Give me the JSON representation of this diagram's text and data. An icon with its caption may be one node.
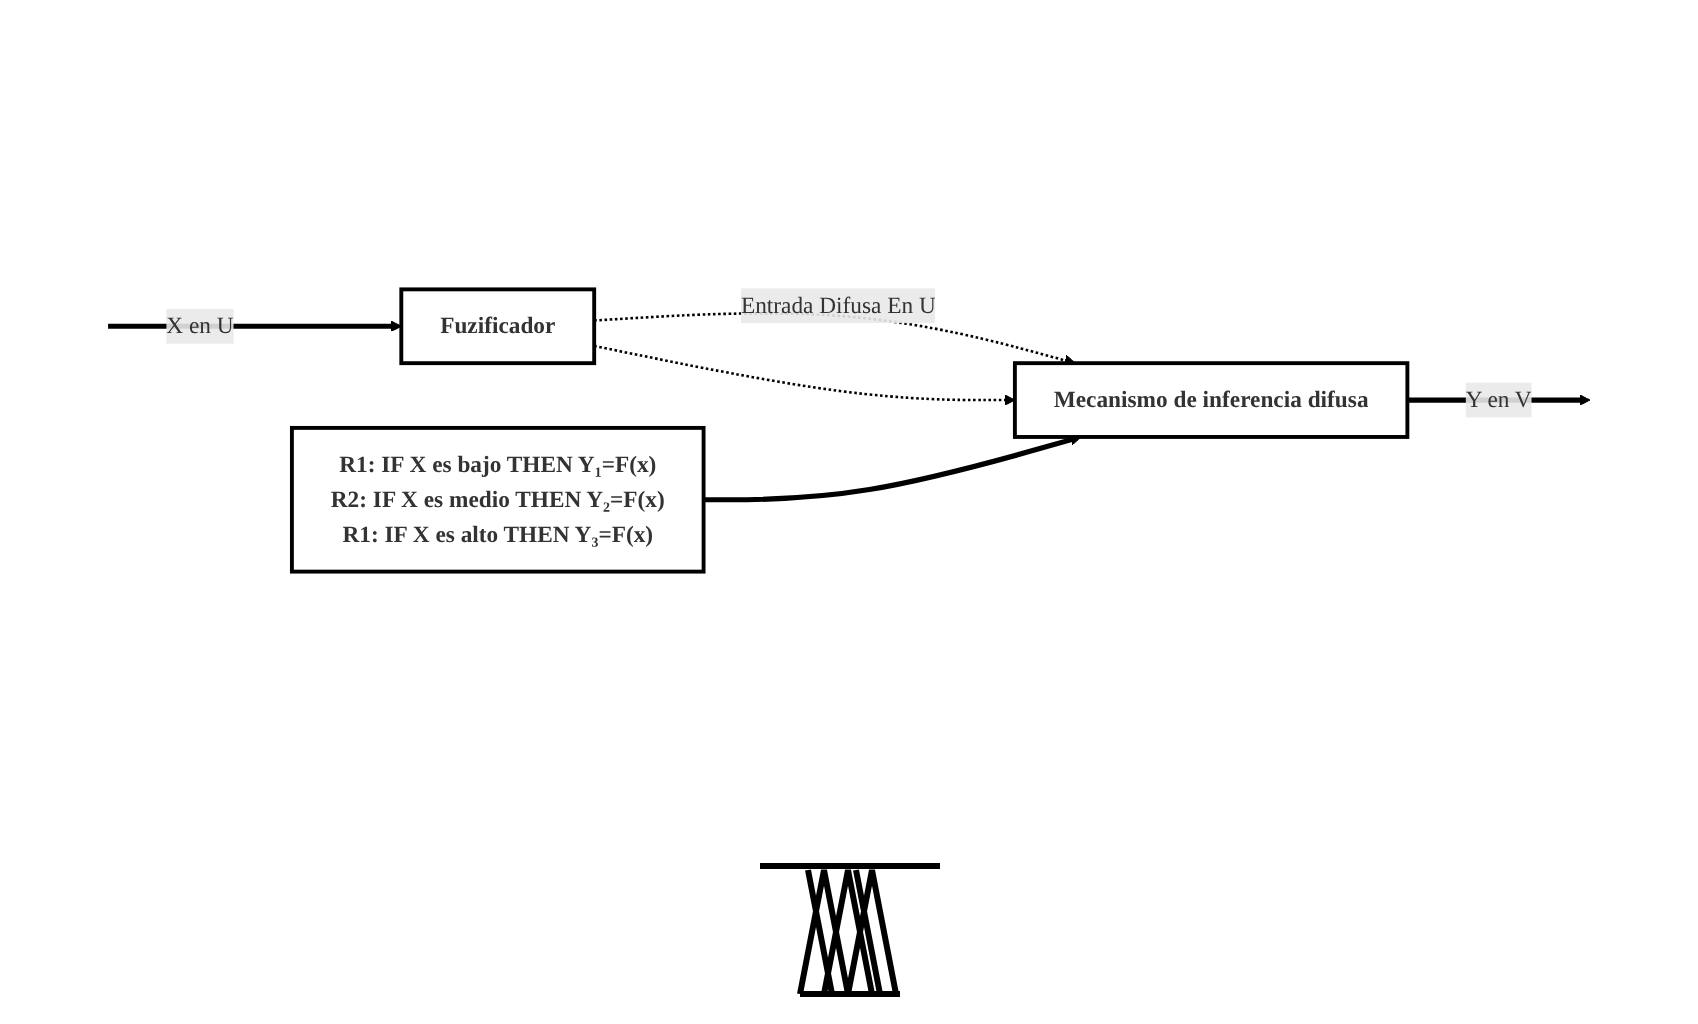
{
  "diagram": {
    "nodes": [
      {
        "text": [
          "R1: IF X es bajo THEN Y₁=F(x)",
          "R2: IF X es medio THEN Y₂=F(x)",
          "R1: IF X es alto THEN Y₃=F(x)"
        ]
      },
      {
        "text": [
          "Fuzificador"
        ]
      },
      {
        "text": [
          "Mecanismo de inferencia difusa"
        ]
      }
    ],
    "edges": [
      {
        "from": null,
        "to": 1,
        "arrow": "to",
        "label": "X en U"
      },
      {
        "from": 1,
        "to": 2,
        "arrow": "to",
        "label": "Entrada Difusa En U",
        "style": "dashed"
      },
      {
        "from": 1,
        "to": 2,
        "arrow": "to",
        "style": "dashed"
      },
      {
        "from": 0,
        "to": 2,
        "arrow": "to"
      },
      {
        "from": 2,
        "to": null,
        "arrow": "to",
        "label": "Y en V"
      }
    ]
  }
}
